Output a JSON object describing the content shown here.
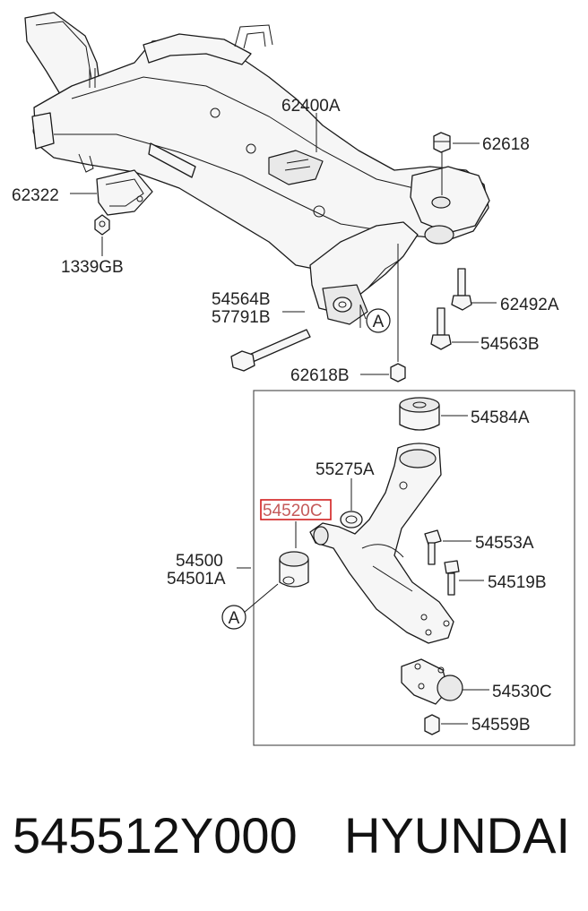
{
  "diagram": {
    "labels": {
      "p62400A": "62400A",
      "p62618": "62618",
      "p62322": "62322",
      "p1339GB": "1339GB",
      "p54564B": "54564B",
      "p57791B": "57791B",
      "p62492A": "62492A",
      "p54563B": "54563B",
      "p62618B": "62618B",
      "p54584A": "54584A",
      "p55275A": "55275A",
      "p54520C": "54520C",
      "p54500": "54500",
      "p54501A": "54501A",
      "p54553A": "54553A",
      "p54519B": "54519B",
      "p54530C": "54530C",
      "p54559B": "54559B",
      "refA1": "A",
      "refA2": "A"
    },
    "highlight_color": "#d21e1e"
  },
  "footer": {
    "part_number": "545512Y000",
    "brand": "HYUNDAI"
  }
}
